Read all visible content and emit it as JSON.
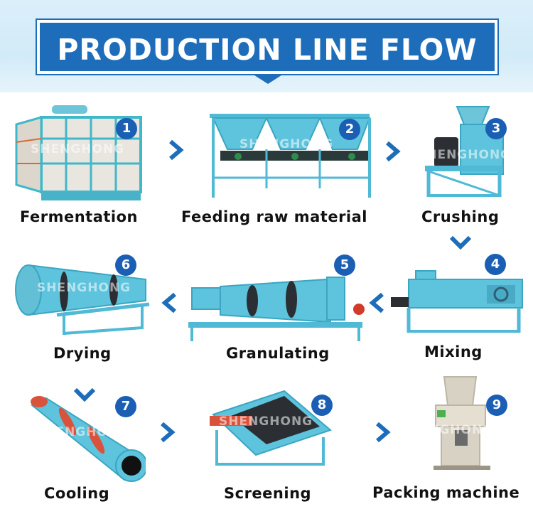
{
  "header": {
    "title": "PRODUCTION LINE FLOW"
  },
  "watermark": "SHENGHONG",
  "steps": [
    {
      "number": "1",
      "label": "Fermentation"
    },
    {
      "number": "2",
      "label": "Feeding raw material"
    },
    {
      "number": "3",
      "label": "Crushing"
    },
    {
      "number": "4",
      "label": "Mixing"
    },
    {
      "number": "5",
      "label": "Granulating"
    },
    {
      "number": "6",
      "label": "Drying"
    },
    {
      "number": "7",
      "label": "Cooling"
    },
    {
      "number": "8",
      "label": "Screening"
    },
    {
      "number": "9",
      "label": "Packing machine"
    }
  ],
  "colors": {
    "accent": "#1e6dba",
    "machine": "#4fb9d6",
    "badge": "#1a5fb4"
  }
}
